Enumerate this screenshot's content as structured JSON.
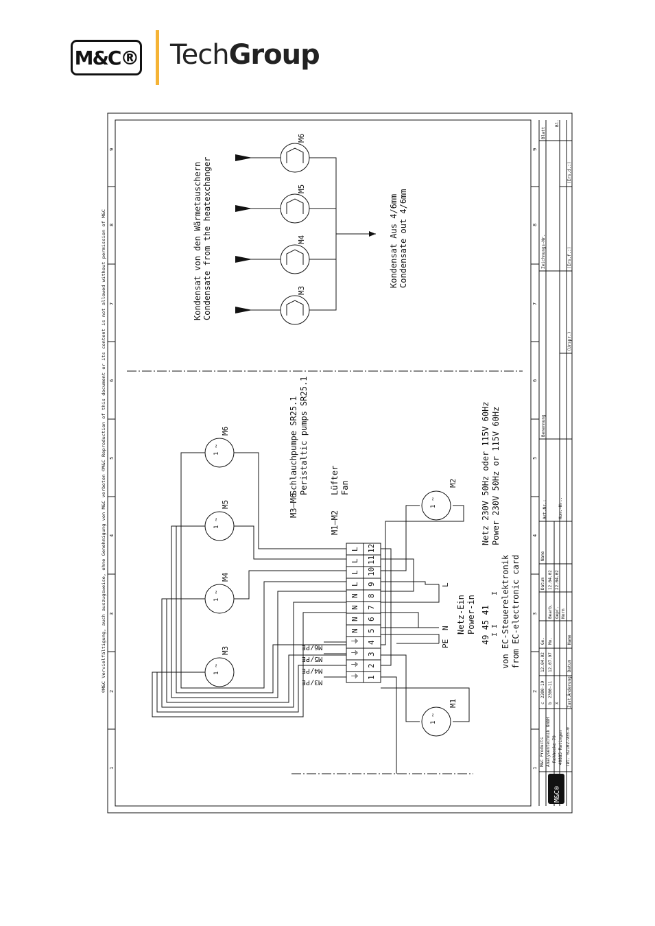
{
  "header": {
    "logo_text": "M&C®",
    "brand_light": "Tech",
    "brand_bold": "Group"
  },
  "drawing": {
    "copyright": "©M&C Vervielfältigung, auch auszugsweise, ohne Genehmigung von M&C verboten ©M&C Reproduction of this document or its content is not allowed without permission of M&C",
    "column_numbers": [
      "1",
      "2",
      "3",
      "4",
      "5",
      "6",
      "7",
      "8",
      "9"
    ],
    "motors": {
      "m1": "M1",
      "m2": "M2",
      "m3": "M3",
      "m4": "M4",
      "m5": "M5",
      "m6": "M6",
      "pump_m3": "M3",
      "pump_m4": "M4",
      "pump_m5": "M5",
      "pump_m6": "M6"
    },
    "terminals": [
      "1",
      "2",
      "3",
      "4",
      "5",
      "6",
      "7",
      "8",
      "9",
      "10",
      "11",
      "12"
    ],
    "terminal_types": [
      "⏚",
      "⏚",
      "⏚",
      "⏚",
      "N",
      "N",
      "N",
      "N",
      "L",
      "L",
      "L",
      "L"
    ],
    "pe_labels": [
      "M3/PE",
      "M4/PE",
      "M5/PE",
      "M6/PE"
    ],
    "power_labels": {
      "pe": "PE",
      "n": "N",
      "l": "L"
    },
    "legend": {
      "m3m6_code": "M3–M6",
      "m3m6_de": "Schlauchpumpe SR25.1",
      "m3m6_en": "Peristaltic pumps SR25.1",
      "m1m2_code": "M1–M2",
      "m1m2_de": "Lüfter",
      "m1m2_en": "Fan",
      "power_de": "Netz 230V 50Hz oder 115V 60Hz",
      "power_en": "Power 230V 50Hz or 115V 60Hz",
      "netz_de": "Netz-Ein",
      "netz_en": "Power-in",
      "ec_numbers": "49 45     41",
      "ec_de": "von EC-Steuerelektronik",
      "ec_en": "from EC-electronic card"
    },
    "condensate": {
      "in_de": "Kondensat von den Wärmetauschern",
      "in_en": "Condensate from the heatexchanger",
      "out_de": "Kondensat Aus 4/6mm",
      "out_en": "Condensate out 4/6mm"
    },
    "title_block": {
      "company": "M&C Products",
      "company2": "Analysentechnik GmbH",
      "street": "Rehhecke 79",
      "city": "40885 Ratingen",
      "tel": "Tel. 02102-935-0",
      "rev_c_no": "2300-19",
      "rev_c_date": "12.04.02",
      "rev_c_name": "Ge.",
      "rev_b_no": "2300-11",
      "rev_b_date": "12.07.97",
      "rev_b_name": "Mo.",
      "rev_c": "c",
      "rev_b": "b",
      "rev_x": "X",
      "zust": "Zust.",
      "aenderung": "Änderung",
      "datum": "Datum",
      "name": "Name",
      "bearb": "Bearb.",
      "gepr": "Gepr.",
      "norm": "Norm",
      "bearb_date": "12.04.02",
      "gepr_date": "22.04.02",
      "benennung": "Benennung",
      "art_nr": "Art.Nr.:",
      "kom_nr": "Kom.-Nr.:",
      "zeichnungs_nr": "Zeichnungs-Nr.",
      "blatt": "Blatt",
      "bl": "Bl.",
      "ursprung": "(Urspr.)",
      "ers_f": "(Ers.f.:)",
      "ers_d": "(Ers.d.:)"
    }
  }
}
